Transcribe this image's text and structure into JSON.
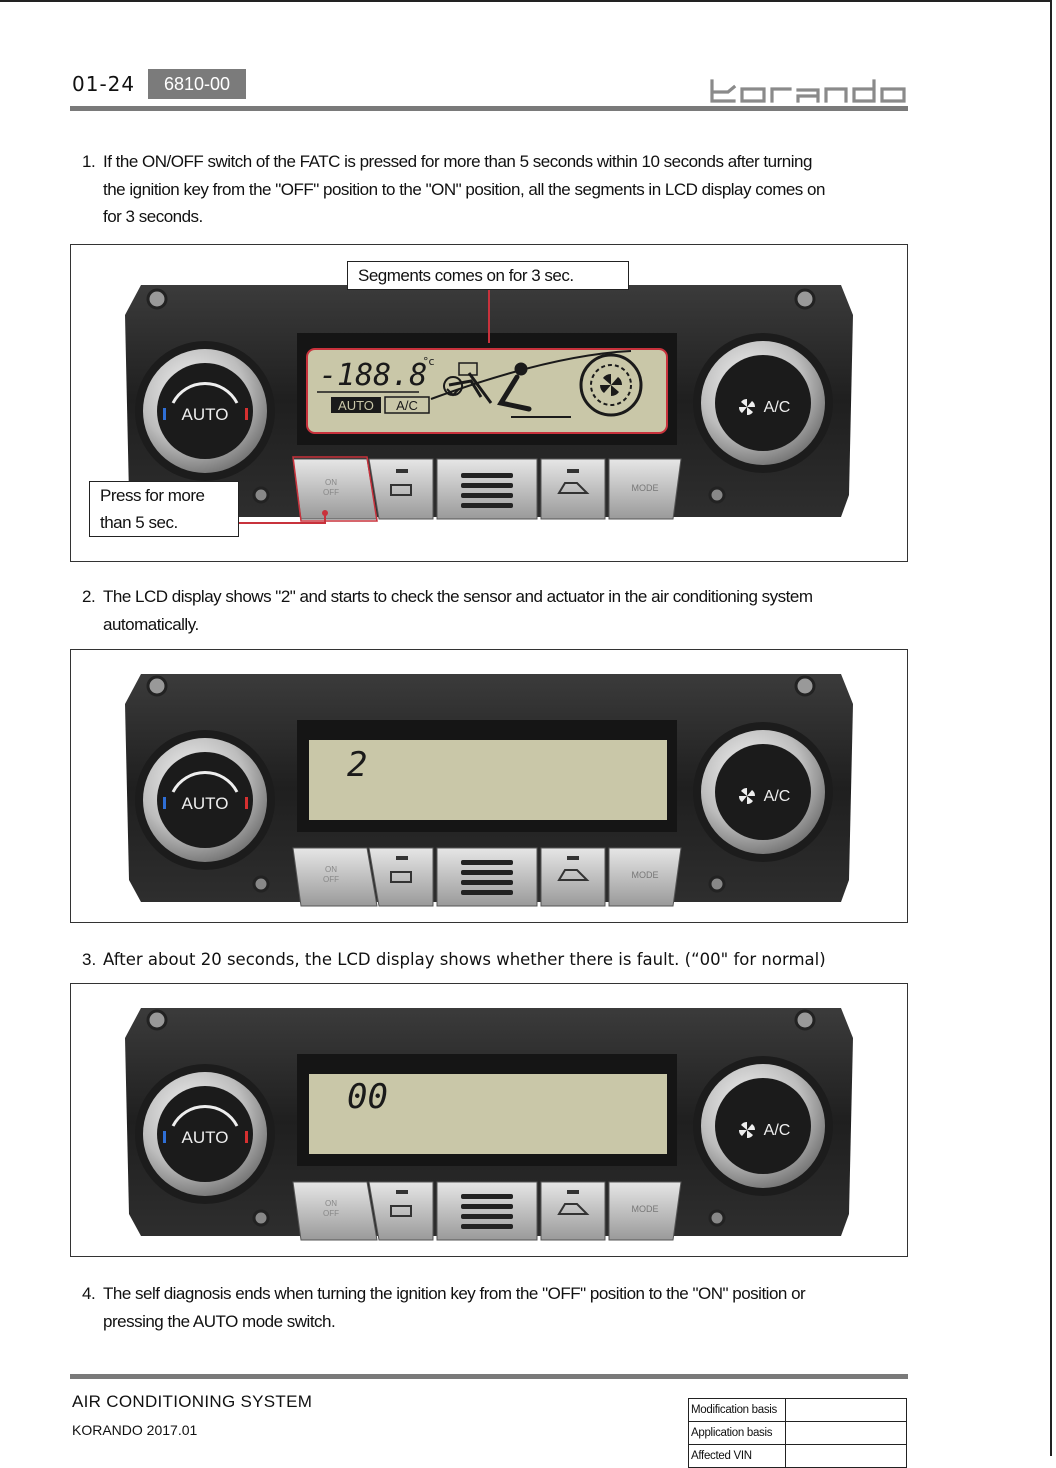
{
  "header": {
    "page_number": "01-24",
    "section_code": "6810-00",
    "brand": "korando"
  },
  "steps": [
    {
      "number": "1.",
      "lines": [
        "If the ON/OFF switch of the FATC is pressed for more than 5 seconds within 10 seconds after turning",
        "the ignition key from the \"OFF\" position to the \"ON\" position, all the segments in LCD display comes on",
        "for 3 seconds."
      ]
    },
    {
      "number": "2.",
      "lines": [
        "The LCD display shows \"2\" and starts to check the sensor and actuator in the air conditioning system",
        "automatically."
      ]
    },
    {
      "number": "3.",
      "lines": [
        "After about 20 seconds, the LCD display shows whether there is fault. (“00\" for normal)"
      ]
    },
    {
      "number": "4.",
      "lines": [
        "The self diagnosis ends when turning the ignition key from the \"OFF\" position to the \"ON\" position or",
        "pressing the AUTO mode switch."
      ]
    }
  ],
  "figures": {
    "fig1": {
      "callout_top": "Segments comes on for 3 sec.",
      "callout_bottom": [
        "Press for more",
        "than 5 sec."
      ],
      "lcd": {
        "temp": "-188.8",
        "unit": "°c",
        "auto_tag": "AUTO",
        "ac_tag": "A/C"
      }
    },
    "fig2": {
      "lcd": {
        "value": "2"
      }
    },
    "fig3": {
      "lcd": {
        "value": "00"
      }
    }
  },
  "panel": {
    "left_knob": "AUTO",
    "right_knob": "A/C",
    "btn_onoff": [
      "ON",
      "OFF"
    ],
    "btn_mode": "MODE"
  },
  "footer": {
    "title": "AIR CONDITIONING SYSTEM",
    "subtitle": "KORANDO 2017.01",
    "revision_rows": [
      "Modification basis",
      "Application basis",
      "Affected VIN"
    ]
  },
  "colors": {
    "lcd": "#c9c7a8",
    "lcd_segment": "#1a1a1a",
    "callout_line": "#c8323c",
    "header_rule": "#7a7a7a"
  }
}
